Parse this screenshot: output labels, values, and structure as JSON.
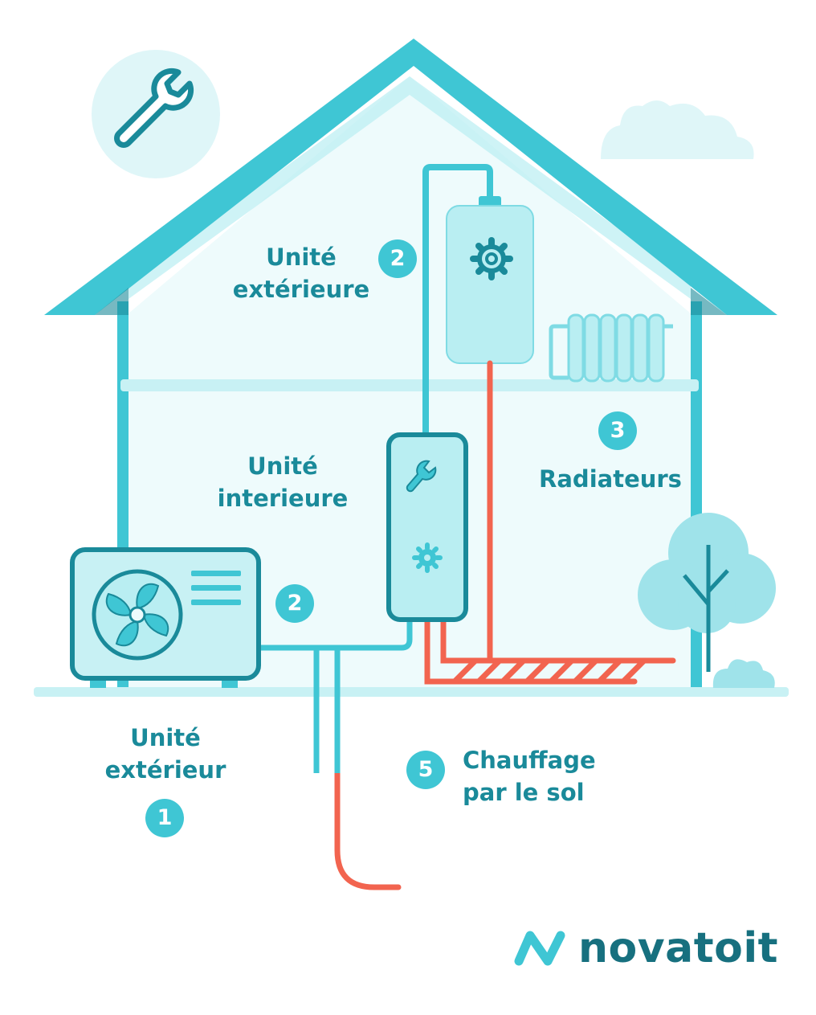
{
  "labels": {
    "upper_unit": [
      "Unité",
      "extérieure"
    ],
    "indoor_unit": [
      "Unité",
      "interieure"
    ],
    "radiators": "Radiateurs",
    "outdoor_unit": [
      "Unité",
      "extérieur"
    ],
    "floor_heating": [
      "Chauffage",
      "par le sol"
    ]
  },
  "badges": {
    "upper": "2",
    "middle": "2",
    "radiators": "3",
    "outdoor": "1",
    "floor": "5"
  },
  "brand": {
    "name": "novatoit"
  },
  "icons": [
    "wrench-icon",
    "gear-icon",
    "fan-icon",
    "radiator-icon",
    "tree-icon",
    "cloud-icon",
    "bush-icon",
    "brand-logo-icon"
  ],
  "colors": {
    "teal": "#3fc6d4",
    "dark_teal": "#1a8a9a",
    "light_fill": "#b9eef2",
    "pale_fill": "#eefbfc",
    "red_pipe": "#f2644f"
  }
}
